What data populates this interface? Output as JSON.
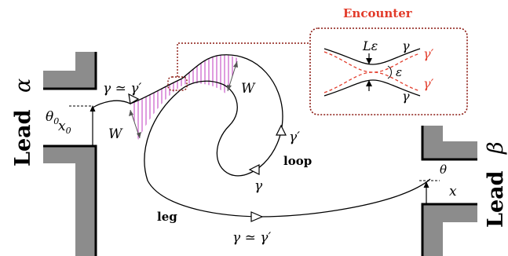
{
  "leads": {
    "left": {
      "word": "Lead",
      "symbol": "α"
    },
    "right": {
      "word": "Lead",
      "symbol": "β"
    }
  },
  "labels": {
    "theta0": "θ",
    "theta0_sub": "0",
    "x0": "x",
    "x0_sub": "0",
    "gamma_eq_top": "γ ≃ γ′",
    "gamma_eq_bottom": "γ ≃ γ′",
    "W_left": "W",
    "W_top": "W",
    "gamma_prime_loop": "γ′",
    "gamma_loop": "γ",
    "loop": "loop",
    "leg": "leg",
    "theta": "θ",
    "x": "x"
  },
  "encounter": {
    "title": "Encounter",
    "L_eps": "Lε",
    "eps": "ε",
    "gamma_top": "γ",
    "gamma_prime_top": "γ′",
    "gamma_prime_bottom": "γ′",
    "gamma_bottom": "γ"
  },
  "colors": {
    "encounter_accent": "#e23b2a",
    "encounter_box": "#8b1a12",
    "hatch": "#c03cc0",
    "lead_fill": "#8c8c8c"
  }
}
